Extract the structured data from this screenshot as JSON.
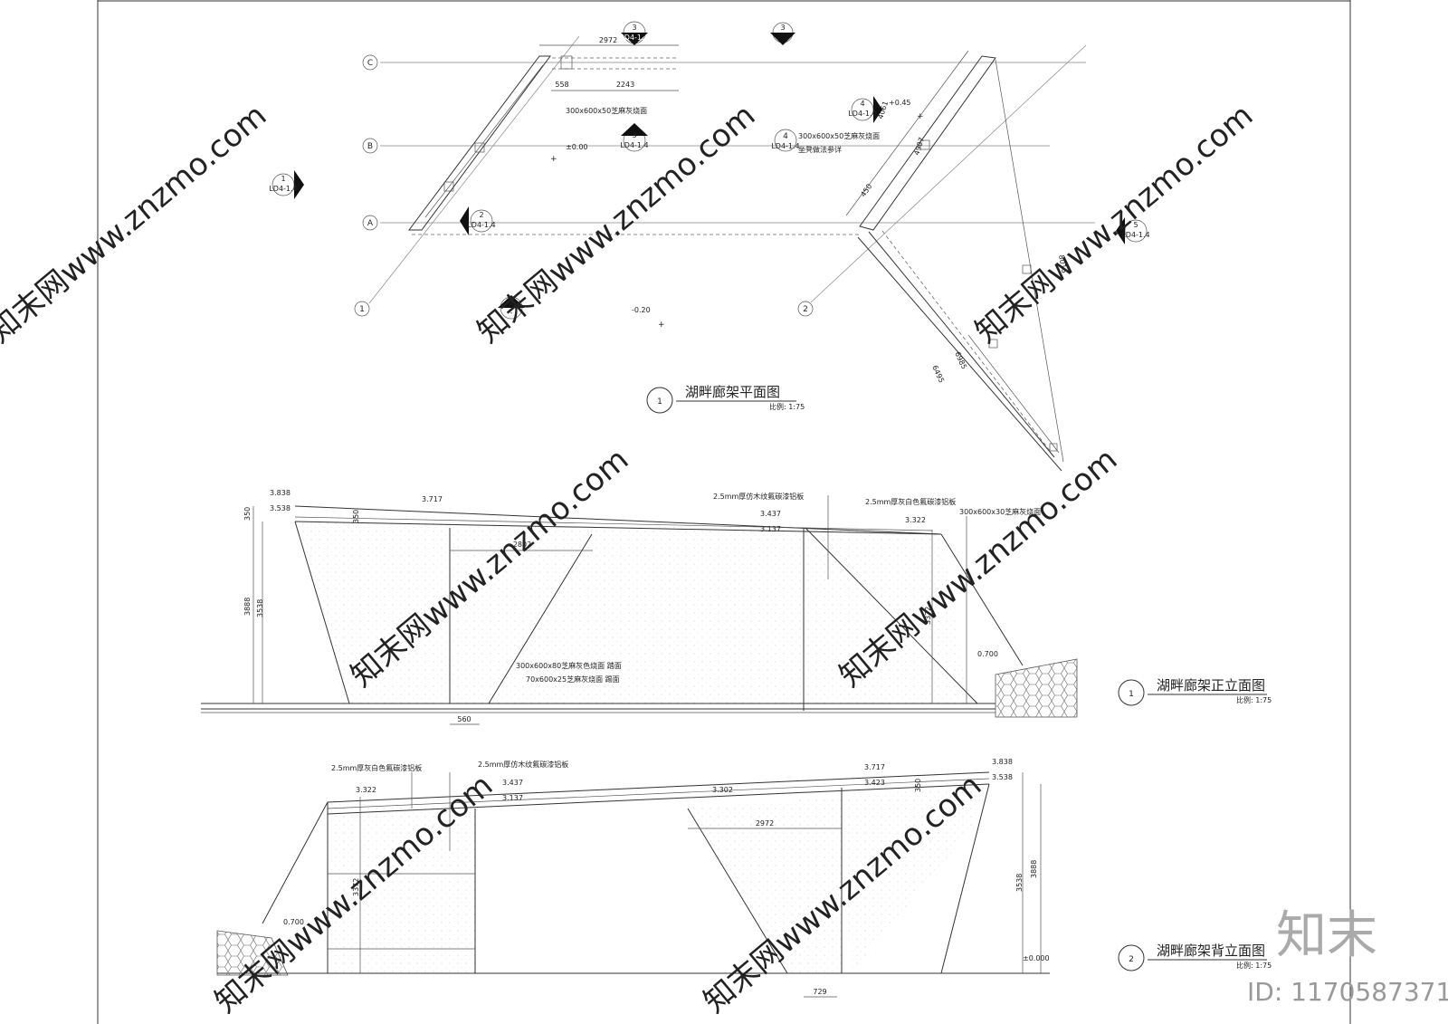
{
  "plan": {
    "title": "湖畔廊架平面图",
    "index": "1",
    "scale": "比例: 1:75",
    "grid_rows": [
      "C",
      "B",
      "A"
    ],
    "grid_cols": [
      "1",
      "2"
    ],
    "dims": {
      "d2972": "2972",
      "d558": "558",
      "d2243": "2243",
      "d4061": "4061",
      "d4907": "4907",
      "d450": "450",
      "d8016": "8016",
      "d6985": "6985",
      "d6495": "6495"
    },
    "notes": {
      "paving": "300x600x50芝麻灰烧面",
      "paving2": "300x600x50芝麻灰烧面",
      "bench": "坐凳做法参详"
    },
    "levels": {
      "l045": "+0.45",
      "l000": "±0.00",
      "lm020": "-0.20"
    },
    "markers": {
      "m3_top": {
        "num": "3",
        "ref": "LD4-1.4"
      },
      "m3_top2": {
        "num": "3",
        "ref": "-"
      },
      "m1_left": {
        "num": "1",
        "ref": "LD4-1.4"
      },
      "m2_a": {
        "num": "2",
        "ref": "LD4-1.4"
      },
      "m3_mid": {
        "num": "3",
        "ref": "LD4-1.4"
      },
      "m4": {
        "num": "4",
        "ref": "LD4-1.4"
      },
      "m4_b": {
        "num": "4",
        "ref": "LD4-1.4"
      },
      "m5": {
        "num": "5",
        "ref": "LD4-1.4"
      },
      "m2_bottom": {
        "num": "2",
        "ref": "-"
      }
    }
  },
  "front": {
    "title": "湖畔廊架正立面图",
    "index": "1",
    "scale": "比例: 1:75",
    "levels": {
      "l3838": "3.838",
      "l3538": "3.538",
      "l3717": "3.717",
      "l3437": "3.437",
      "l3137": "3.137",
      "l3322": "3.322",
      "l0700": "0.700"
    },
    "dims": {
      "d350a": "350",
      "d350b": "350",
      "d3888": "3888",
      "d3538": "3538",
      "d2802": "2802",
      "d3372": "3372",
      "d560": "560"
    },
    "notes": {
      "wood_panel": "2.5mm厚仿木纹氟碳漆铝板",
      "grey_panel": "2.5mm厚灰白色氟碳漆铝板",
      "stone30": "300x600x30芝麻灰烧面",
      "tread": "300x600x80芝麻灰色烧面 踏面",
      "riser": "70x600x25芝麻灰烧面 踢面"
    }
  },
  "back": {
    "title": "湖畔廊架背立面图",
    "index": "2",
    "scale": "比例: 1:75",
    "levels": {
      "l3322": "3.322",
      "l3437": "3.437",
      "l3137": "3.137",
      "l3302": "3.302",
      "l3717": "3.717",
      "l3423": "3.423",
      "l3838": "3.838",
      "l3538": "3.538",
      "l0700": "0.700",
      "l0000": "±0.000"
    },
    "dims": {
      "d2972": "2972",
      "d3372": "3372",
      "d350": "350",
      "d3538": "3538",
      "d3888": "3888",
      "d729": "729"
    },
    "notes": {
      "grey_panel": "2.5mm厚灰白色氟碳漆铝板",
      "wood_panel": "2.5mm厚仿木纹氟碳漆铝板"
    }
  },
  "branding": {
    "logo": "知末",
    "id_label": "ID: 1170587371",
    "watermark": "知末网www.znzmo.com"
  }
}
